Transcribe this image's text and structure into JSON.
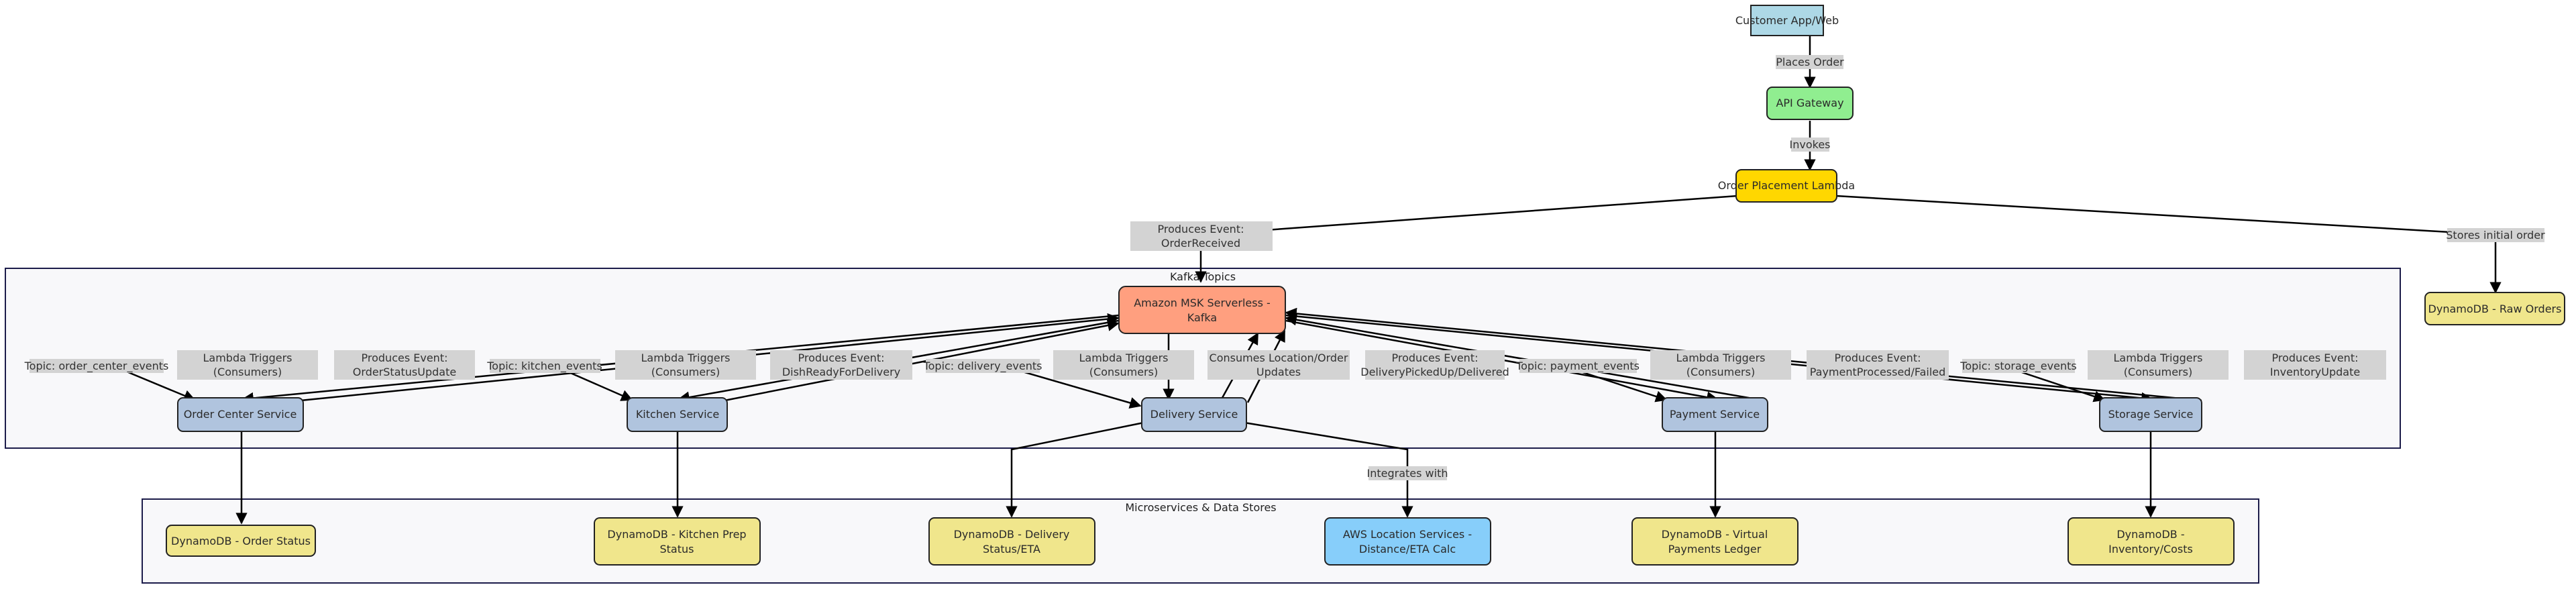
{
  "nodes": {
    "customer": "Customer App/Web",
    "apigw": "API Gateway",
    "lambda": "Order Placement Lambda",
    "msk": [
      "Amazon MSK Serverless -",
      "Kafka"
    ],
    "order_svc": "Order Center Service",
    "kitchen_svc": "Kitchen Service",
    "delivery_svc": "Delivery Service",
    "payment_svc": "Payment Service",
    "storage_svc": "Storage Service",
    "raw_orders": "DynamoDB - Raw Orders",
    "ddb_order": "DynamoDB - Order Status",
    "ddb_kitchen": [
      "DynamoDB - Kitchen Prep",
      "Status"
    ],
    "ddb_delivery": [
      "DynamoDB - Delivery",
      "Status/ETA"
    ],
    "location": [
      "AWS Location Services -",
      "Distance/ETA Calc"
    ],
    "ddb_payment": [
      "DynamoDB - Virtual",
      "Payments Ledger"
    ],
    "ddb_storage": [
      "DynamoDB -",
      "Inventory/Costs"
    ]
  },
  "clusters": {
    "kafka": "Kafka Topics",
    "micro": "Microservices & Data Stores"
  },
  "edge_labels": {
    "places_order": "Places Order",
    "invokes": "Invokes",
    "produces_received": [
      "Produces Event:",
      "OrderReceived"
    ],
    "stores_initial": "Stores initial order",
    "topic_order": "Topic: order_center_events",
    "trig_order": [
      "Lambda Triggers",
      "(Consumers)"
    ],
    "prod_order": [
      "Produces Event:",
      "OrderStatusUpdate"
    ],
    "topic_kitchen": "Topic: kitchen_events",
    "trig_kitchen": [
      "Lambda Triggers",
      "(Consumers)"
    ],
    "prod_kitchen": [
      "Produces Event:",
      "DishReadyForDelivery"
    ],
    "topic_delivery": "Topic: delivery_events",
    "trig_delivery": [
      "Lambda Triggers",
      "(Consumers)"
    ],
    "cons_location": [
      "Consumes Location/Order",
      "Updates"
    ],
    "prod_delivery": [
      "Produces Event:",
      "DeliveryPickedUp/Delivered"
    ],
    "topic_payment": "Topic: payment_events",
    "trig_payment": [
      "Lambda Triggers",
      "(Consumers)"
    ],
    "prod_payment": [
      "Produces Event:",
      "PaymentProcessed/Failed"
    ],
    "topic_storage": "Topic: storage_events",
    "trig_storage": [
      "Lambda Triggers",
      "(Consumers)"
    ],
    "prod_storage": [
      "Produces Event:",
      "InventoryUpdate"
    ],
    "integrates": "Integrates with"
  },
  "colors": {
    "customer": "#add8e6",
    "apigw": "#90ee90",
    "lambda": "#ffd700",
    "msk": "#ff9f7f",
    "service": "#b0c4de",
    "dynamodb": "#f0e68c",
    "location": "#87cefa",
    "label_bg": "#d3d3d3",
    "cluster_bg": "#f8f8fa",
    "cluster_border": "#1c1c4a"
  }
}
